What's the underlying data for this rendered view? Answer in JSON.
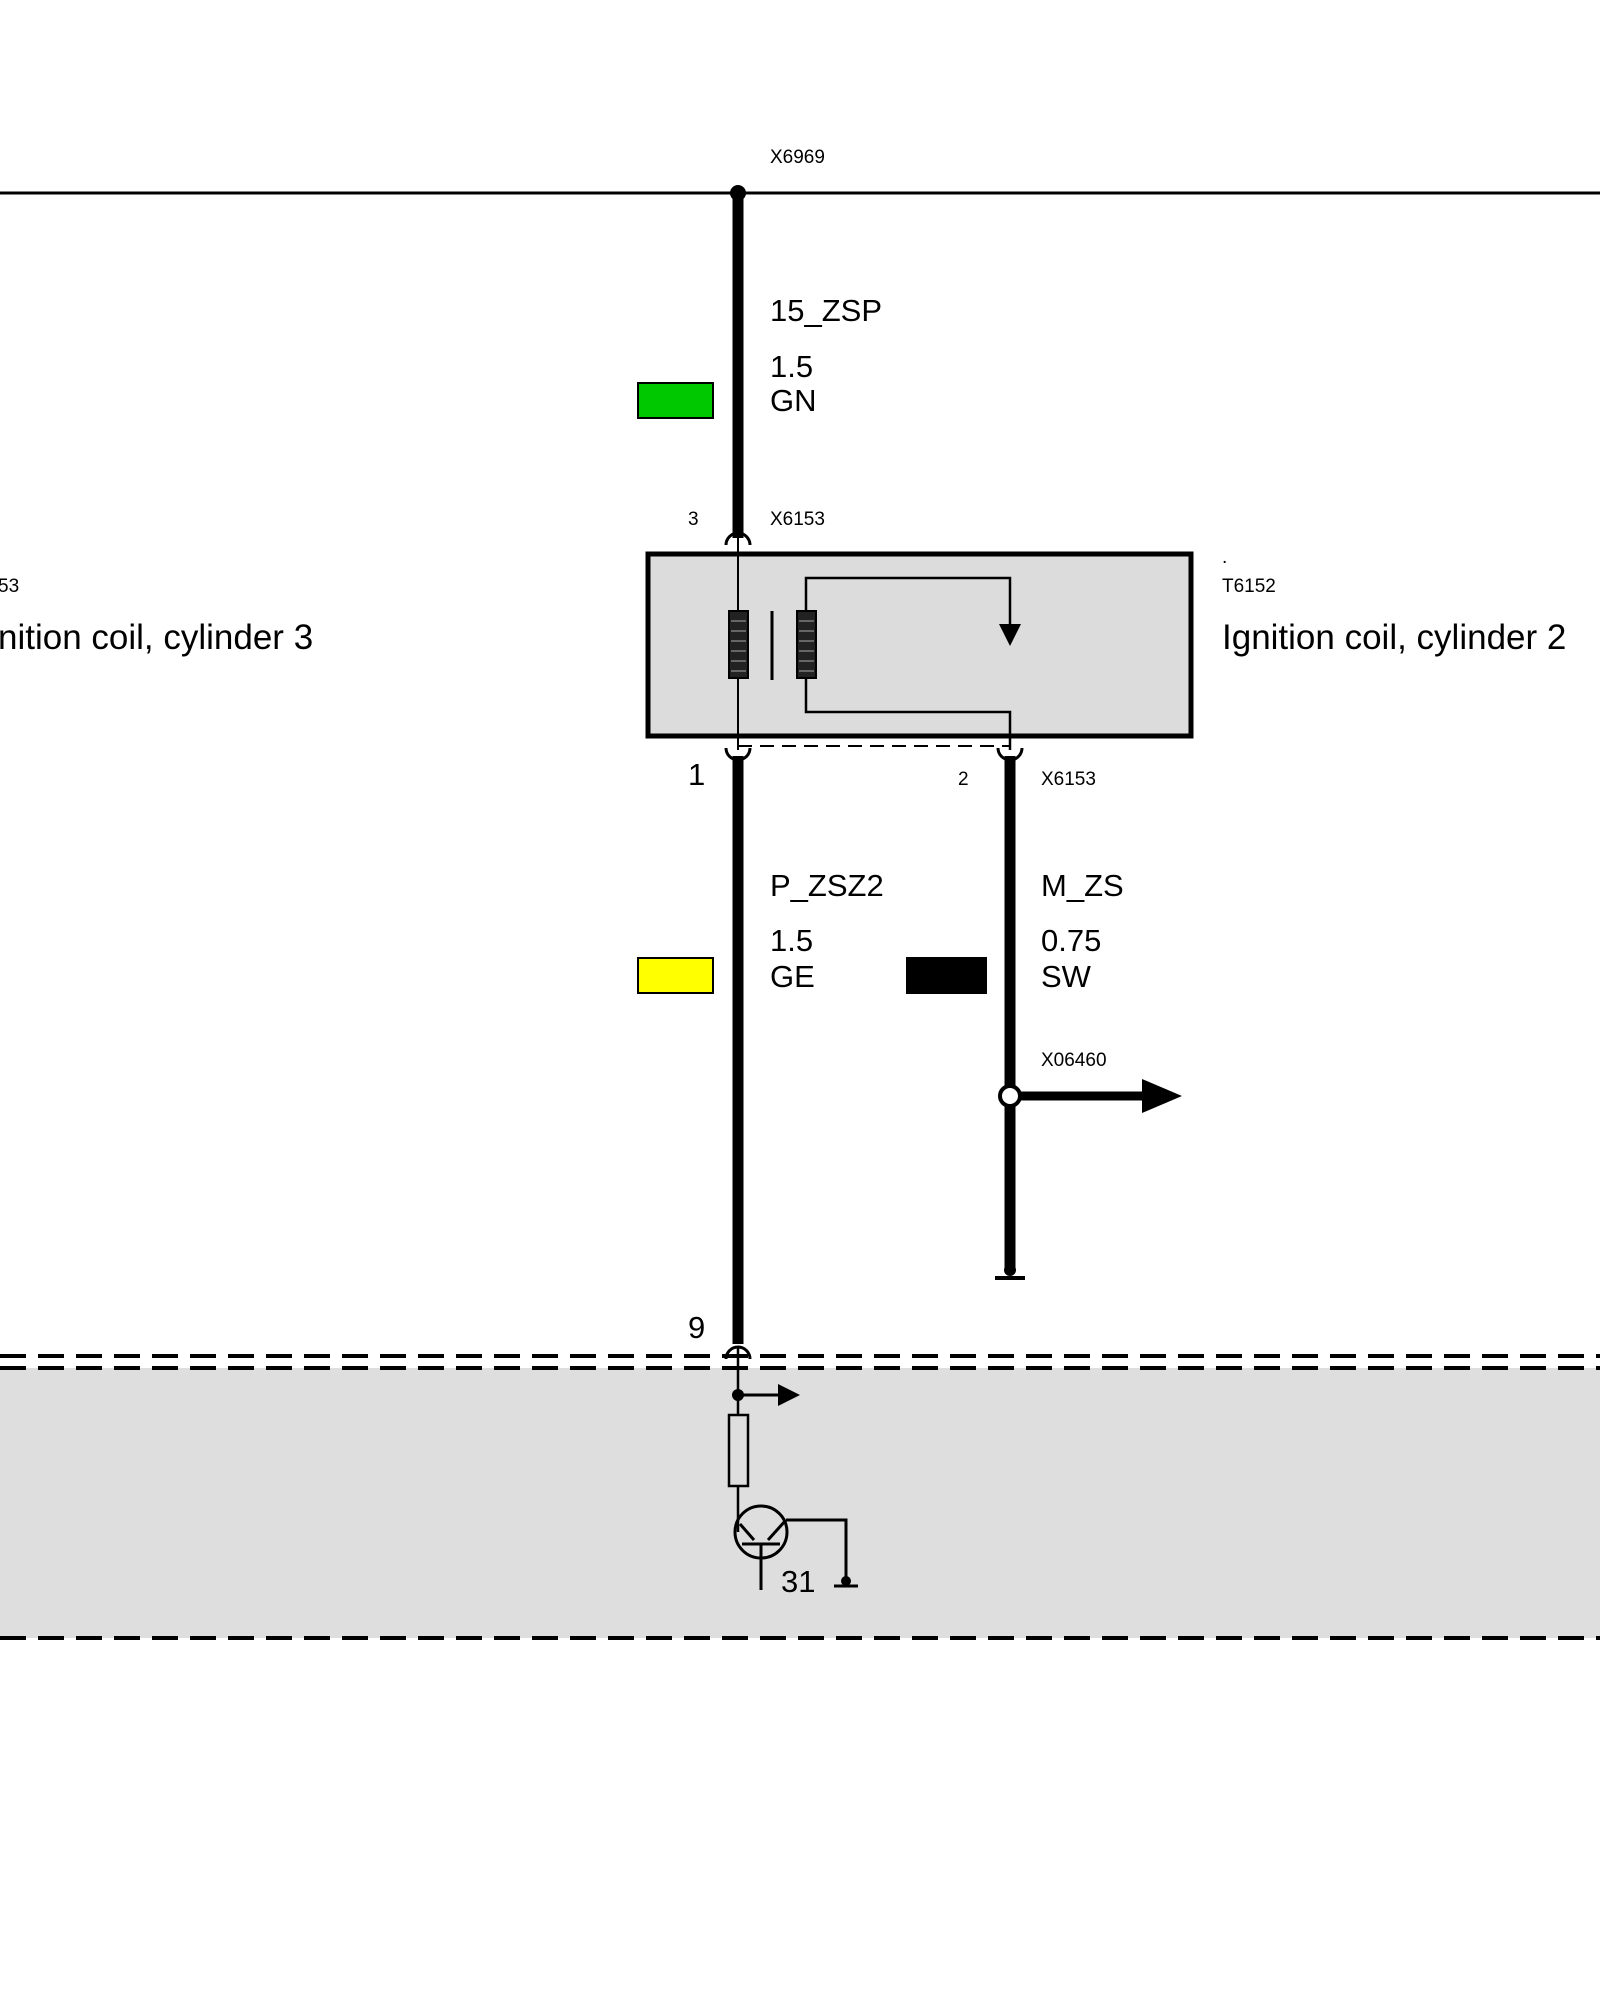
{
  "connectors": {
    "top_splice": "X6969",
    "coil_connector_top": "X6153",
    "coil_connector_bottom": "X6153",
    "ground_splice": "X06460"
  },
  "pins": {
    "coil_pin_3": "3",
    "coil_pin_1": "1",
    "coil_pin_2": "2",
    "ecu_pin_9": "9",
    "ground_terminal": "31"
  },
  "components": {
    "left_code": "53",
    "left_label": "nition coil, cylinder 3",
    "right_dot": ".",
    "right_code": "T6152",
    "right_label": "Ignition coil, cylinder 2"
  },
  "wires": {
    "supply": {
      "signal": "15_ZSP",
      "gauge": "1.5",
      "color_code": "GN",
      "swatch": "#00c800"
    },
    "primary": {
      "signal": "P_ZSZ2",
      "gauge": "1.5",
      "color_code": "GE",
      "swatch": "#ffff00"
    },
    "ground": {
      "signal": "M_ZS",
      "gauge": "0.75",
      "color_code": "SW",
      "swatch": "#000000"
    }
  },
  "colors": {
    "component_fill": "#dcdcdc",
    "ecu_fill": "#dedede",
    "line": "#000000"
  }
}
